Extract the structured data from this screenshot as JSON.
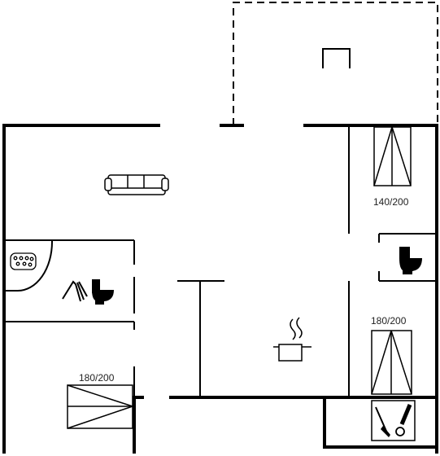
{
  "floorplan": {
    "bed_labels": {
      "bedroom_top_right": "140/200",
      "bedroom_mid_right": "180/200",
      "bedroom_bottom_left": "180/200"
    },
    "fixtures": [
      "sofa-icon",
      "whirlpool-tub-icon",
      "shower-icon",
      "toilet-icon",
      "toilet-icon",
      "cooking-pot-icon",
      "fireplace-icon",
      "utility-broom-icon"
    ],
    "colors": {
      "walls": "#000000",
      "background": "#ffffff"
    }
  }
}
